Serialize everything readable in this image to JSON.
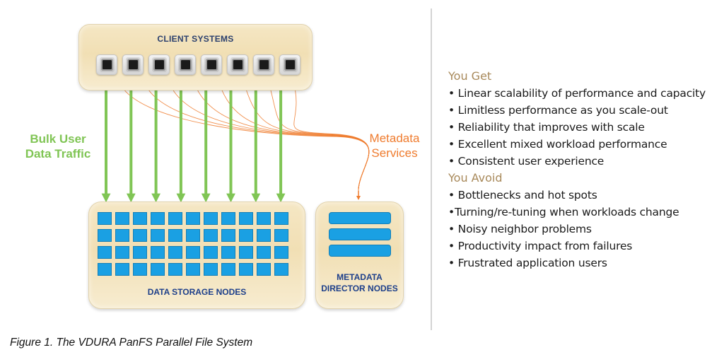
{
  "diagram": {
    "client_box": {
      "title": "CLIENT SYSTEMS",
      "client_count": 8
    },
    "storage_box": {
      "title": "DATA STORAGE NODES",
      "rows": 4,
      "columns": 11
    },
    "metadata_box": {
      "title_line1": "METADATA",
      "title_line2": "DIRECTOR NODES",
      "bar_count": 3
    },
    "bulk_label": {
      "line1": "Bulk User",
      "line2": "Data Traffic"
    },
    "metadata_label": {
      "line1": "Metadata",
      "line2": "Services"
    },
    "colors": {
      "data_traffic": "#80c555",
      "metadata_services": "#ef7c2f",
      "node_blue": "#1aa0e3",
      "box_title": "#1d3f8a"
    }
  },
  "benefits": {
    "get_heading": "You Get",
    "get_items": [
      "• Linear scalability of performance and capacity",
      "• Limitless performance as you scale-out",
      "• Reliability that improves with scale",
      "• Excellent mixed workload performance",
      "• Consistent user experience"
    ],
    "avoid_heading": "You Avoid",
    "avoid_items": [
      "• Bottlenecks and hot spots",
      "•Turning/re-tuning when workloads change",
      "• Noisy neighbor problems",
      "• Productivity impact from failures",
      "• Frustrated application users"
    ]
  },
  "caption": "Figure 1. The VDURA PanFS Parallel File System"
}
